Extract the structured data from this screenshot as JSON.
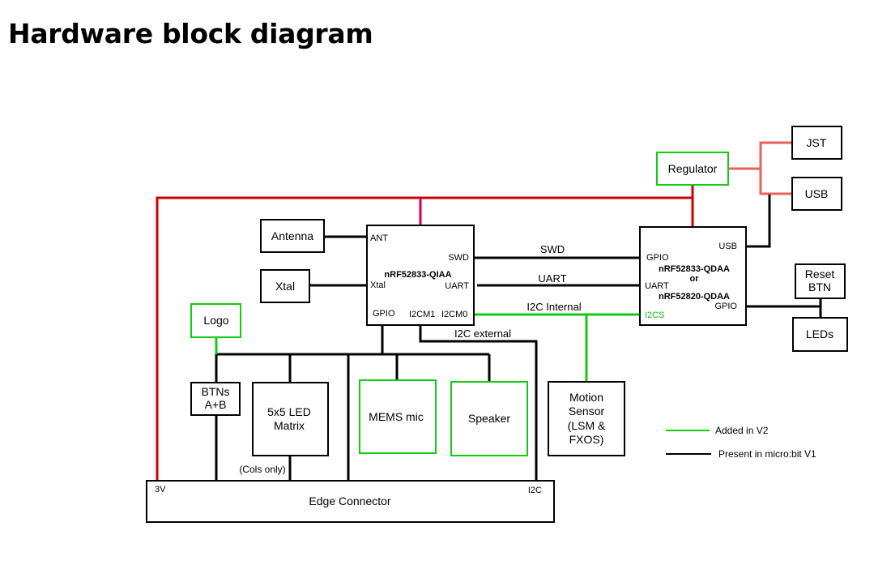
{
  "page": {
    "title": "Hardware block diagram"
  },
  "blocks": {
    "antenna": "Antenna",
    "xtal": "Xtal",
    "main_mcu": {
      "name": "nRF52833-QIAA",
      "pins": {
        "ant": "ANT",
        "swd": "SWD",
        "xtal": "Xtal",
        "uart": "UART",
        "gpio": "GPIO",
        "i2cm1": "I2CM1",
        "i2cm0": "I2CM0"
      }
    },
    "interface_mcu": {
      "name_line1": "nRF52833-QDAA",
      "name_or": "or",
      "name_line2": "nRF52820-QDAA",
      "pins": {
        "usb": "USB",
        "gpio_left": "GPIO",
        "uart": "UART",
        "gpio_right": "GPIO",
        "i2cs": "I2CS"
      }
    },
    "regulator": "Regulator",
    "jst": "JST",
    "usb": "USB",
    "reset_btn": {
      "line1": "Reset",
      "line2": "BTN"
    },
    "leds": "LEDs",
    "logo": "Logo",
    "buttons": {
      "line1": "BTNs",
      "line2": "A+B"
    },
    "led_matrix": {
      "line1": "5x5 LED",
      "line2": "Matrix",
      "note": "(Cols only)"
    },
    "mems_mic": "MEMS mic",
    "speaker": "Speaker",
    "motion_sensor": {
      "line1": "Motion",
      "line2": "Sensor",
      "line3": "(LSM &",
      "line4": "FXOS)"
    },
    "edge_connector": {
      "name": "Edge Connector",
      "pin_3v": "3V",
      "pin_i2c": "I2C"
    }
  },
  "buses": {
    "swd": "SWD",
    "uart": "UART",
    "i2c_internal": "I2C Internal",
    "i2c_external": "I2C external"
  },
  "legend": {
    "items": [
      {
        "label": "Added in V2",
        "color": "#11cc11"
      },
      {
        "label": "Present in micro:bit V1",
        "color": "#000000"
      }
    ]
  },
  "colors": {
    "v2_green": "#11cc11",
    "v1_black": "#000000",
    "power_red": "#cc0000",
    "usb_power": "#e8625c"
  }
}
